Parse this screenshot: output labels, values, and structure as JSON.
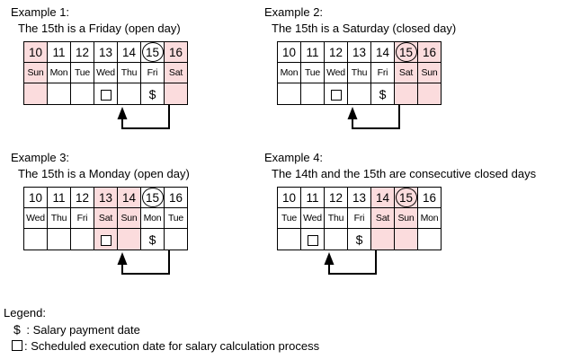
{
  "colors": {
    "closed_day_bg": "#FBDCDD",
    "line": "#000000",
    "background": "#FFFFFF"
  },
  "symbols": {
    "payment": "$",
    "execution": "□"
  },
  "examples": [
    {
      "label": "Example 1:",
      "description": "The 15th is a Friday (open day)",
      "dates": [
        "10",
        "11",
        "12",
        "13",
        "14",
        "15",
        "16"
      ],
      "days": [
        "Sun",
        "Mon",
        "Tue",
        "Wed",
        "Thu",
        "Fri",
        "Sat"
      ],
      "closed_columns": [
        0,
        6
      ],
      "circled_column": 5,
      "payment_column": 5,
      "execution_column": 3
    },
    {
      "label": "Example 2:",
      "description": "The 15th is a Saturday (closed day)",
      "dates": [
        "10",
        "11",
        "12",
        "13",
        "14",
        "15",
        "16"
      ],
      "days": [
        "Mon",
        "Tue",
        "Wed",
        "Thu",
        "Fri",
        "Sat",
        "Sun"
      ],
      "closed_columns": [
        5,
        6
      ],
      "circled_column": 5,
      "payment_column": 4,
      "execution_column": 2
    },
    {
      "label": "Example 3:",
      "description": "The 15th is a Monday (open day)",
      "dates": [
        "10",
        "11",
        "12",
        "13",
        "14",
        "15",
        "16"
      ],
      "days": [
        "Wed",
        "Thu",
        "Fri",
        "Sat",
        "Sun",
        "Mon",
        "Tue"
      ],
      "closed_columns": [
        3,
        4
      ],
      "circled_column": 5,
      "payment_column": 5,
      "execution_column": 3
    },
    {
      "label": "Example 4:",
      "description": "The 14th and the 15th are consecutive closed days",
      "dates": [
        "10",
        "11",
        "12",
        "13",
        "14",
        "15",
        "16"
      ],
      "days": [
        "Tue",
        "Wed",
        "Thu",
        "Fri",
        "Sat",
        "Sun",
        "Mon"
      ],
      "closed_columns": [
        4,
        5
      ],
      "circled_column": 5,
      "payment_column": 3,
      "execution_column": 1
    }
  ],
  "legend": {
    "title": "Legend:",
    "items": [
      {
        "name": "payment",
        "symbol": "$",
        "text": " : Salary payment date"
      },
      {
        "name": "execution",
        "symbol": "□",
        "text": ": Scheduled execution date for salary calculation process"
      }
    ]
  }
}
